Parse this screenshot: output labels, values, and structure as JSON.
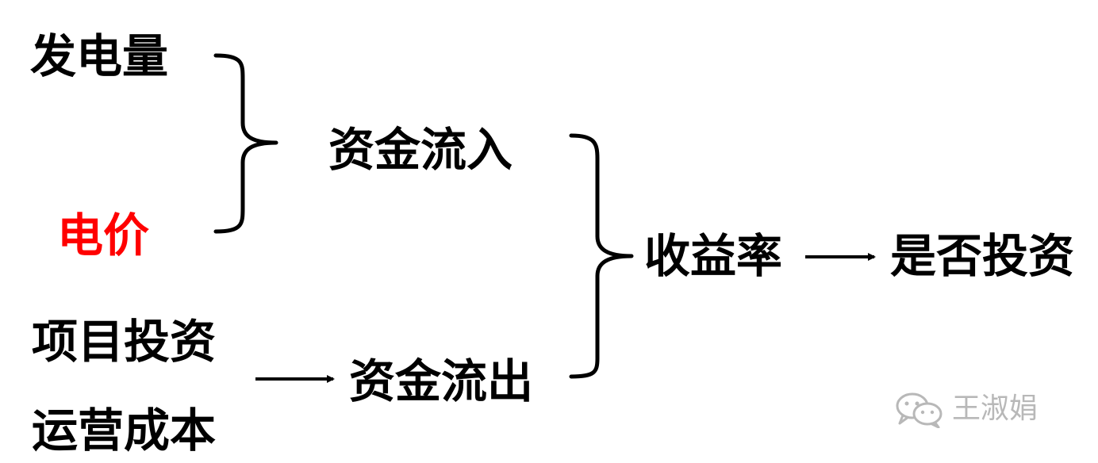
{
  "nodes": {
    "power_generation": "发电量",
    "electricity_price": "电价",
    "project_investment": "项目投资",
    "operating_cost": "运营成本",
    "cash_inflow": "资金流入",
    "cash_outflow": "资金流出",
    "return_rate": "收益率",
    "invest_decision": "是否投资"
  },
  "watermark": {
    "icon": "wechat-icon",
    "text": "王淑娟"
  },
  "colors": {
    "text": "#000000",
    "highlight": "#ff0000",
    "watermark": "#b8b8b8"
  }
}
